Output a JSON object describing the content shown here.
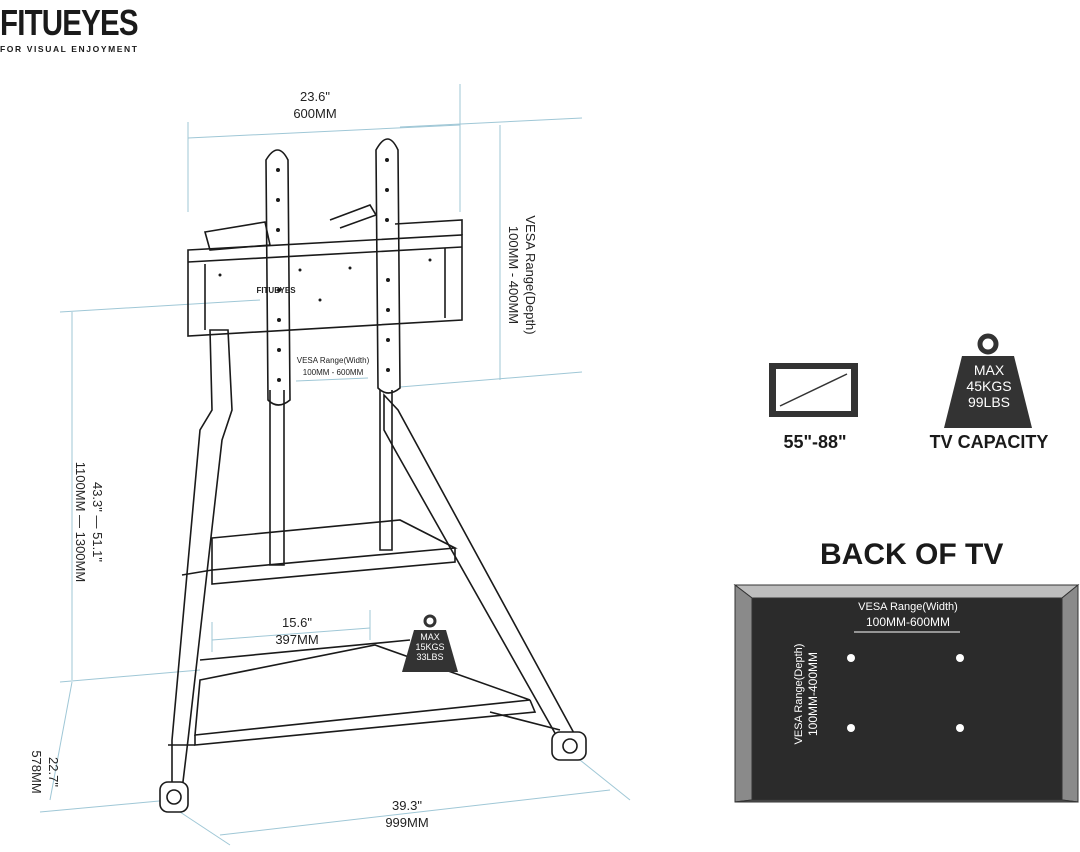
{
  "brand": {
    "name_part1": "FITU",
    "name_part2": "EYES",
    "tagline": "FOR VISUAL ENJOYMENT"
  },
  "dimensions": {
    "top_width_in": "23.6\"",
    "top_width_mm": "600MM",
    "vesa_depth_label": "VESA Range(Depth)",
    "vesa_depth_value": "100MM - 400MM",
    "vesa_width_label": "VESA Range(Width)",
    "vesa_width_value": "100MM - 600MM",
    "height_in": "43.3\"  —  51.1\"",
    "height_mm": "1100MM  —  1300MM",
    "shelf_width_in": "15.6\"",
    "shelf_width_mm": "397MM",
    "depth_in": "22.7\"",
    "depth_mm": "578MM",
    "base_width_in": "39.3\"",
    "base_width_mm": "999MM"
  },
  "mount_logo": "FITUEYES",
  "shelf_weight": {
    "line1": "MAX",
    "line2": "15KGS",
    "line3": "33LBS"
  },
  "tv_size": {
    "label": "55\"-88\""
  },
  "tv_capacity": {
    "label": "TV CAPACITY",
    "line1": "MAX",
    "line2": "45KGS",
    "line3": "99LBS"
  },
  "back_of_tv": {
    "title": "BACK OF TV",
    "vesa_width_label": "VESA Range(Width)",
    "vesa_width_value": "100MM-600MM",
    "vesa_depth_label": "VESA Range(Depth)",
    "vesa_depth_value": "100MM-400MM"
  },
  "colors": {
    "ink": "#1a1a1a",
    "dim_line": "#9fc7d6",
    "tv_back": "#2b2b2b"
  }
}
